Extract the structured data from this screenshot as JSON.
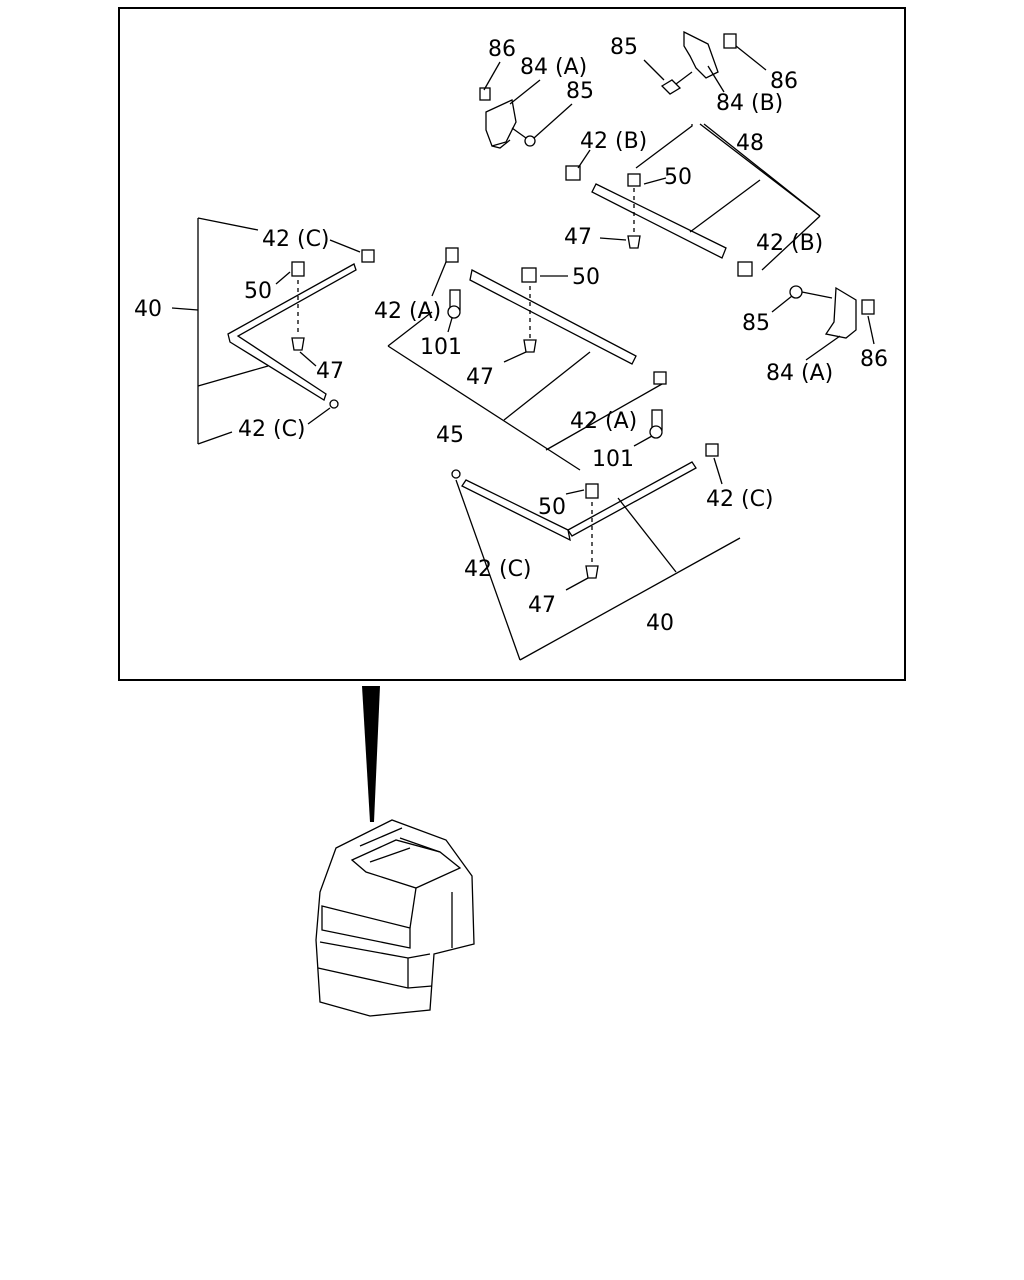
{
  "labels": [
    {
      "id": "l-86-a",
      "text": "86"
    },
    {
      "id": "l-84a-a",
      "text": "84 (A)"
    },
    {
      "id": "l-85-a",
      "text": "85"
    },
    {
      "id": "l-85-b",
      "text": "85"
    },
    {
      "id": "l-86-b",
      "text": "86"
    },
    {
      "id": "l-84b",
      "text": "84 (B)"
    },
    {
      "id": "l-42b-a",
      "text": "42 (B)"
    },
    {
      "id": "l-48",
      "text": "48"
    },
    {
      "id": "l-50-a",
      "text": "50"
    },
    {
      "id": "l-47-a",
      "text": "47"
    },
    {
      "id": "l-42b-b",
      "text": "42 (B)"
    },
    {
      "id": "l-42c-a",
      "text": "42 (C)"
    },
    {
      "id": "l-50-b",
      "text": "50"
    },
    {
      "id": "l-40-a",
      "text": "40"
    },
    {
      "id": "l-47-b",
      "text": "47"
    },
    {
      "id": "l-42c-b",
      "text": "42 (C)"
    },
    {
      "id": "l-42a-a",
      "text": "42 (A)"
    },
    {
      "id": "l-101-a",
      "text": "101"
    },
    {
      "id": "l-50-c",
      "text": "50"
    },
    {
      "id": "l-47-c",
      "text": "47"
    },
    {
      "id": "l-45",
      "text": "45"
    },
    {
      "id": "l-42a-b",
      "text": "42 (A)"
    },
    {
      "id": "l-101-b",
      "text": "101"
    },
    {
      "id": "l-85-c",
      "text": "85"
    },
    {
      "id": "l-86-c",
      "text": "86"
    },
    {
      "id": "l-84a-b",
      "text": "84 (A)"
    },
    {
      "id": "l-50-d",
      "text": "50"
    },
    {
      "id": "l-42c-c",
      "text": "42 (C)"
    },
    {
      "id": "l-42c-d",
      "text": "42 (C)"
    },
    {
      "id": "l-47-d",
      "text": "47"
    },
    {
      "id": "l-40-b",
      "text": "40"
    }
  ]
}
